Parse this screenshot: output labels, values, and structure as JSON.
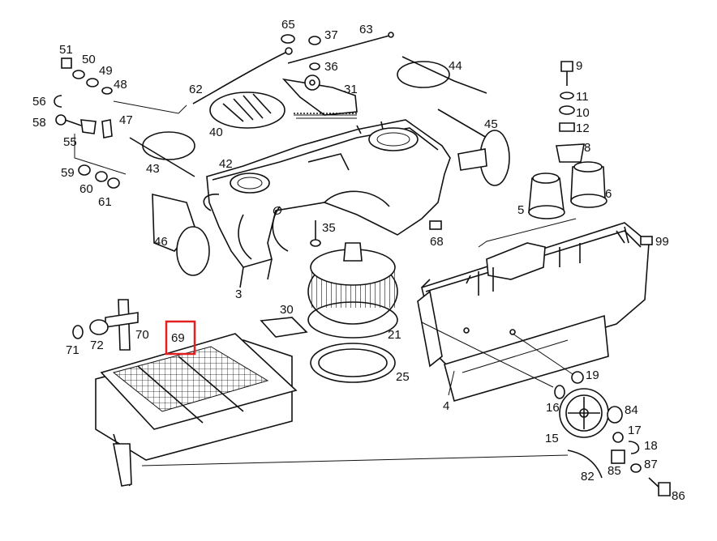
{
  "diagram": {
    "highlight": {
      "label": "69",
      "color": "#e32020"
    },
    "callouts": [
      {
        "id": "65",
        "text": "65"
      },
      {
        "id": "37",
        "text": "37"
      },
      {
        "id": "63",
        "text": "63"
      },
      {
        "id": "36",
        "text": "36"
      },
      {
        "id": "51",
        "text": "51"
      },
      {
        "id": "50",
        "text": "50"
      },
      {
        "id": "49",
        "text": "49"
      },
      {
        "id": "48",
        "text": "48"
      },
      {
        "id": "62",
        "text": "62"
      },
      {
        "id": "31",
        "text": "31"
      },
      {
        "id": "44",
        "text": "44"
      },
      {
        "id": "9",
        "text": "9"
      },
      {
        "id": "56",
        "text": "56"
      },
      {
        "id": "11",
        "text": "11"
      },
      {
        "id": "10",
        "text": "10"
      },
      {
        "id": "58",
        "text": "58"
      },
      {
        "id": "47",
        "text": "47"
      },
      {
        "id": "40",
        "text": "40"
      },
      {
        "id": "45",
        "text": "45"
      },
      {
        "id": "12",
        "text": "12"
      },
      {
        "id": "55",
        "text": "55"
      },
      {
        "id": "8",
        "text": "8"
      },
      {
        "id": "43",
        "text": "43"
      },
      {
        "id": "42",
        "text": "42"
      },
      {
        "id": "59",
        "text": "59"
      },
      {
        "id": "60",
        "text": "60"
      },
      {
        "id": "61",
        "text": "61"
      },
      {
        "id": "5",
        "text": "5"
      },
      {
        "id": "6",
        "text": "6"
      },
      {
        "id": "35",
        "text": "35"
      },
      {
        "id": "68",
        "text": "68"
      },
      {
        "id": "46",
        "text": "46"
      },
      {
        "id": "99",
        "text": "99"
      },
      {
        "id": "3",
        "text": "3"
      },
      {
        "id": "30",
        "text": "30"
      },
      {
        "id": "69",
        "text": "69"
      },
      {
        "id": "70",
        "text": "70"
      },
      {
        "id": "72",
        "text": "72"
      },
      {
        "id": "71",
        "text": "71"
      },
      {
        "id": "21",
        "text": "21"
      },
      {
        "id": "25",
        "text": "25"
      },
      {
        "id": "19",
        "text": "19"
      },
      {
        "id": "4",
        "text": "4"
      },
      {
        "id": "16",
        "text": "16"
      },
      {
        "id": "84",
        "text": "84"
      },
      {
        "id": "17",
        "text": "17"
      },
      {
        "id": "15",
        "text": "15"
      },
      {
        "id": "18",
        "text": "18"
      },
      {
        "id": "87",
        "text": "87"
      },
      {
        "id": "85",
        "text": "85"
      },
      {
        "id": "82",
        "text": "82"
      },
      {
        "id": "86",
        "text": "86"
      }
    ]
  }
}
